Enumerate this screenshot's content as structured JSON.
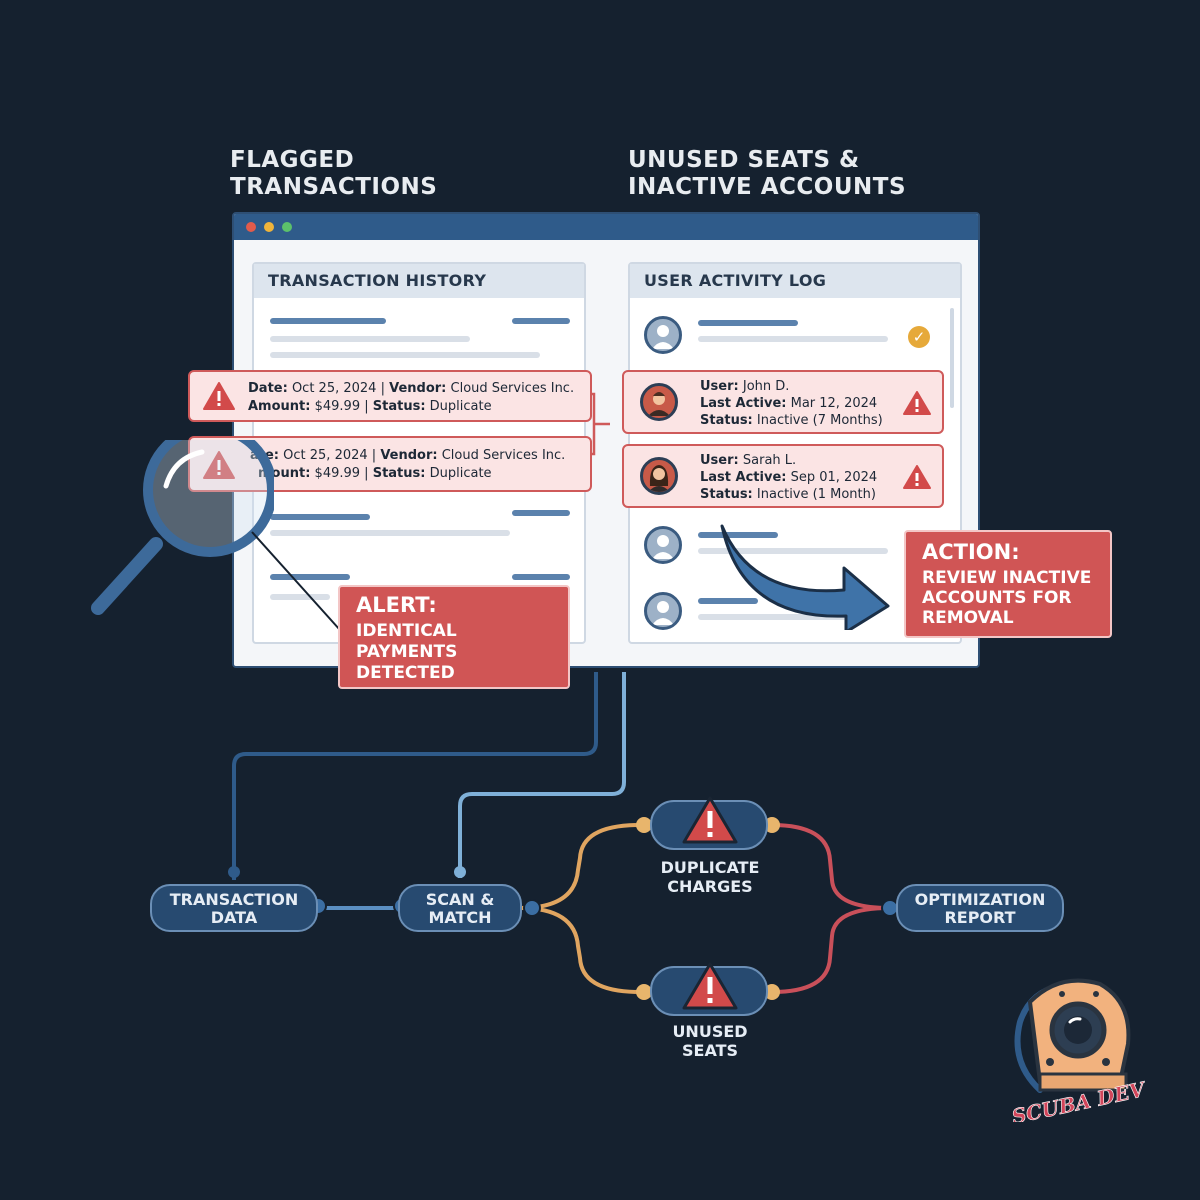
{
  "headings": {
    "left": "Flagged\nTransactions",
    "right": "Unused Seats &\nInactive Accounts"
  },
  "transaction_panel": {
    "title": "Transaction History",
    "flags": [
      {
        "date_label": "Date:",
        "date": "Oct 25, 2024",
        "vendor_label": "Vendor:",
        "vendor": "Cloud Services Inc.",
        "amount_label": "Amount:",
        "amount": "$49.99",
        "status_label": "Status:",
        "status": "Duplicate"
      },
      {
        "date_label": "ate:",
        "date": "Oct 25, 2024",
        "vendor_label": "Vendor:",
        "vendor": "Cloud Services Inc.",
        "amount_label": "mount:",
        "amount": "$49.99",
        "status_label": "Status:",
        "status": "Duplicate"
      }
    ]
  },
  "activity_panel": {
    "title": "User Activity Log",
    "flags": [
      {
        "user_label": "User:",
        "user": "John D.",
        "active_label": "Last Active:",
        "active": "Mar 12, 2024",
        "status_label": "Status:",
        "status": "Inactive (7 Months)"
      },
      {
        "user_label": "User:",
        "user": "Sarah L.",
        "active_label": "Last Active:",
        "active": "Sep 01, 2024",
        "status_label": "Status:",
        "status": "Inactive (1 Month)"
      }
    ]
  },
  "alert": {
    "title": "Alert:",
    "lines": [
      "Identical",
      "Payments",
      "Detected"
    ]
  },
  "action": {
    "title": "Action:",
    "lines": [
      "Review Inactive",
      "Accounts for",
      "Removal"
    ]
  },
  "flow": {
    "transaction_data": [
      "Transaction",
      "Data"
    ],
    "scan_match": [
      "Scan &",
      "Match"
    ],
    "duplicate_charges": [
      "Duplicate",
      "Charges"
    ],
    "unused_seats": [
      "Unused",
      "Seats"
    ],
    "optimization_report": [
      "Optimization",
      "Report"
    ]
  },
  "colors": {
    "background": "#15212f",
    "accent_red": "#d05555",
    "accent_blue": "#2f5b8a",
    "flow_orange": "#e0a560",
    "flow_red": "#c9505a",
    "check_gold": "#e6a93a"
  }
}
